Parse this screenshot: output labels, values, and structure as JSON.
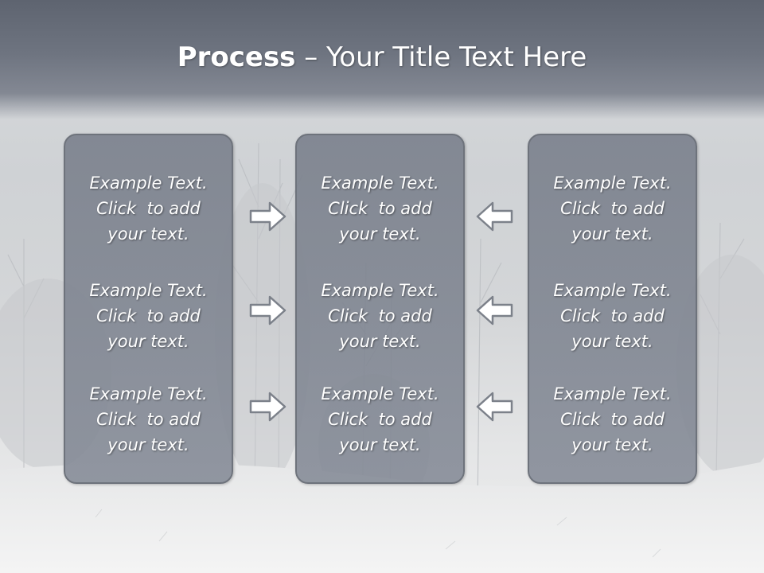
{
  "slide": {
    "title_bold": "Process",
    "title_rest": " – Your Title Text Here"
  },
  "panels": {
    "left": [
      {
        "line1": "Example Text.",
        "line2": "Click  to add",
        "line3": "your text."
      },
      {
        "line1": "Example Text.",
        "line2": "Click  to add",
        "line3": "your text."
      },
      {
        "line1": "Example Text.",
        "line2": "Click  to add",
        "line3": "your text."
      }
    ],
    "center": [
      {
        "line1": "Example Text.",
        "line2": "Click  to add",
        "line3": "your text."
      },
      {
        "line1": "Example Text.",
        "line2": "Click  to add",
        "line3": "your text."
      },
      {
        "line1": "Example Text.",
        "line2": "Click  to add",
        "line3": "your text."
      }
    ],
    "right": [
      {
        "line1": "Example Text.",
        "line2": "Click  to add",
        "line3": "your text."
      },
      {
        "line1": "Example Text.",
        "line2": "Click  to add",
        "line3": "your text."
      },
      {
        "line1": "Example Text.",
        "line2": "Click  to add",
        "line3": "your text."
      }
    ]
  },
  "arrows": {
    "left_to_center": "arrow-right-icon",
    "right_to_center": "arrow-left-icon"
  },
  "colors": {
    "title_bar": "#6e7480",
    "panel_fill": "#7e8492",
    "panel_border": "#6e737c",
    "arrow_fill": "#ffffff",
    "arrow_stroke": "#7c818a",
    "text": "#ffffff"
  }
}
